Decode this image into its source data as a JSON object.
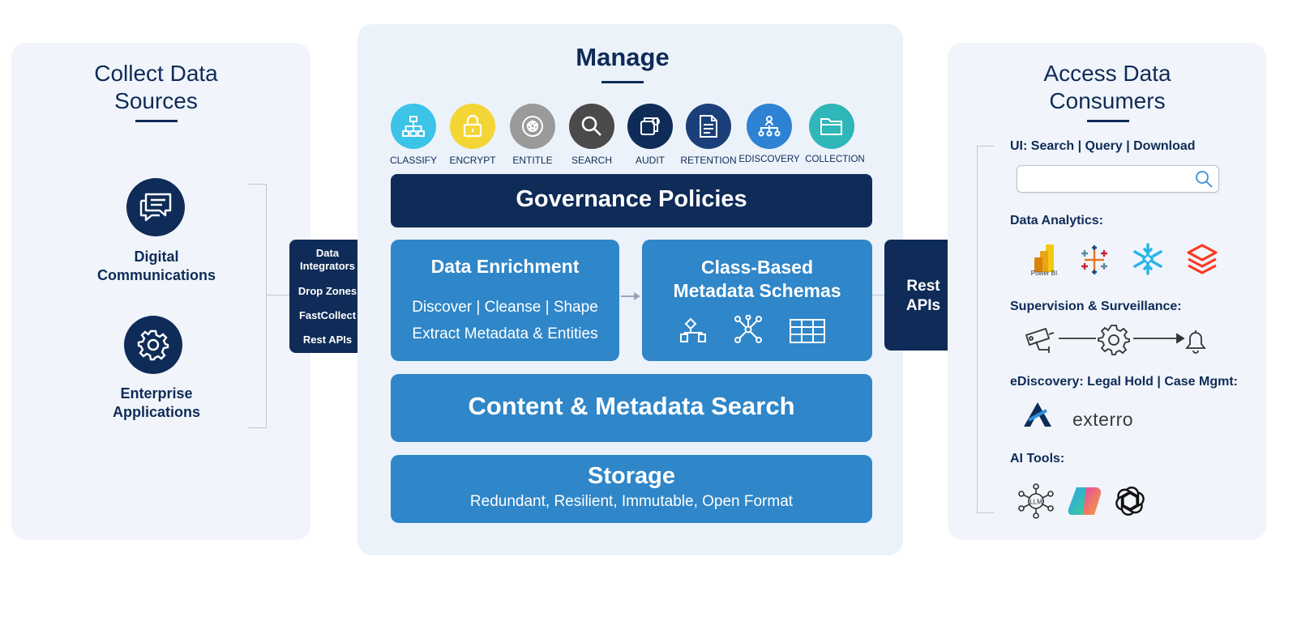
{
  "collect": {
    "title_line1": "Collect Data",
    "title_line2": "Sources",
    "sources": [
      {
        "label_line1": "Digital",
        "label_line2": "Communications",
        "icon": "chat-icon"
      },
      {
        "label_line1": "Enterprise",
        "label_line2": "Applications",
        "icon": "gear-icon"
      }
    ]
  },
  "ingest": {
    "items": [
      "Data",
      "Integrators",
      "Drop Zones",
      "FastCollect",
      "Rest APIs"
    ]
  },
  "manage": {
    "title": "Manage",
    "icons": [
      {
        "label": "CLASSIFY",
        "icon": "hierarchy-icon",
        "color": "#3cc3e8"
      },
      {
        "label": "ENCRYPT",
        "icon": "lock-icon",
        "color": "#f3d636"
      },
      {
        "label": "ENTITLE",
        "icon": "badge-icon",
        "color": "#9a9a9a"
      },
      {
        "label": "SEARCH",
        "icon": "magnifier-icon",
        "color": "#4a4a4a"
      },
      {
        "label": "AUDIT",
        "icon": "audit-icon",
        "color": "#0f2b57"
      },
      {
        "label": "RETENTION",
        "icon": "document-icon",
        "color": "#1b3f78"
      },
      {
        "label": "EDISCOVERY",
        "icon": "org-chart-icon",
        "color": "#2e82d4"
      },
      {
        "label": "COLLECTION",
        "icon": "folder-icon",
        "color": "#2fb6b8"
      }
    ],
    "governance": "Governance Policies",
    "enrichment": {
      "title": "Data Enrichment",
      "line1": "Discover | Cleanse | Shape",
      "line2": "Extract Metadata & Entities"
    },
    "schemas": {
      "title_line1": "Class-Based",
      "title_line2": "Metadata Schemas"
    },
    "search": "Content & Metadata Search",
    "storage": {
      "title": "Storage",
      "subtitle": "Redundant, Resilient, Immutable, Open Format"
    }
  },
  "rest_apis": {
    "line1": "Rest",
    "line2": "APIs"
  },
  "access": {
    "title_line1": "Access Data",
    "title_line2": "Consumers",
    "ui_label": "UI: Search | Query | Download",
    "analytics_label": "Data Analytics:",
    "analytics_logos": [
      "Power BI",
      "tableau",
      "snowflake",
      "databricks"
    ],
    "supervision_label": "Supervision & Surveillance:",
    "ediscovery_label": "eDiscovery: Legal Hold | Case Mgmt:",
    "ediscovery_logos": [
      "relativity",
      "exterro"
    ],
    "exterro_text": "exterro",
    "powerbi_caption": "Power BI",
    "ai_label": "AI Tools:",
    "llm_text": "LLM",
    "ai_logos": [
      "llm",
      "copilot",
      "openai"
    ]
  },
  "colors": {
    "navy": "#0f2b57",
    "blue": "#2f86c8",
    "panel": "#f1f5fb"
  }
}
